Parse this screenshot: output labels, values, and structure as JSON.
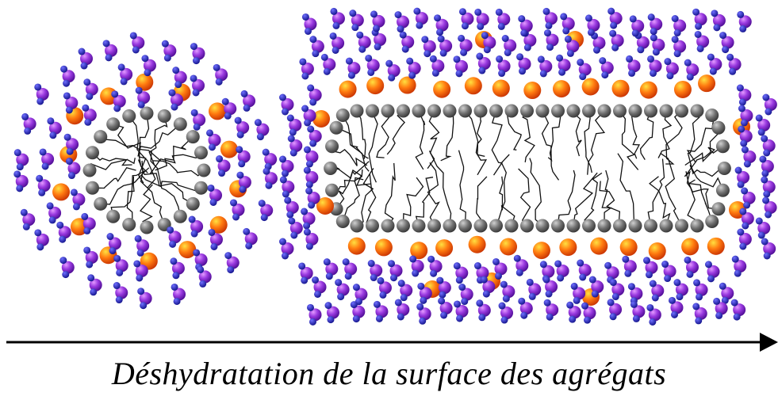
{
  "caption": "Déshydratation de la surface des agrégats",
  "diagram": {
    "arrow_direction": "right",
    "aggregates": [
      {
        "name": "spherical-micelle",
        "shape": "sphere"
      },
      {
        "name": "elongated-micelle",
        "shape": "rod"
      }
    ],
    "colors": {
      "water_molecule": "#7a1fd0",
      "water_highlight": "#d872ff",
      "water_hydrogen": "#1a1ab8",
      "counter_ion": "#ff5a00",
      "counter_ion_highlight": "#ffd020",
      "head_group": "#555555",
      "head_group_highlight": "#bbbbbb",
      "tail": "#111111"
    }
  }
}
